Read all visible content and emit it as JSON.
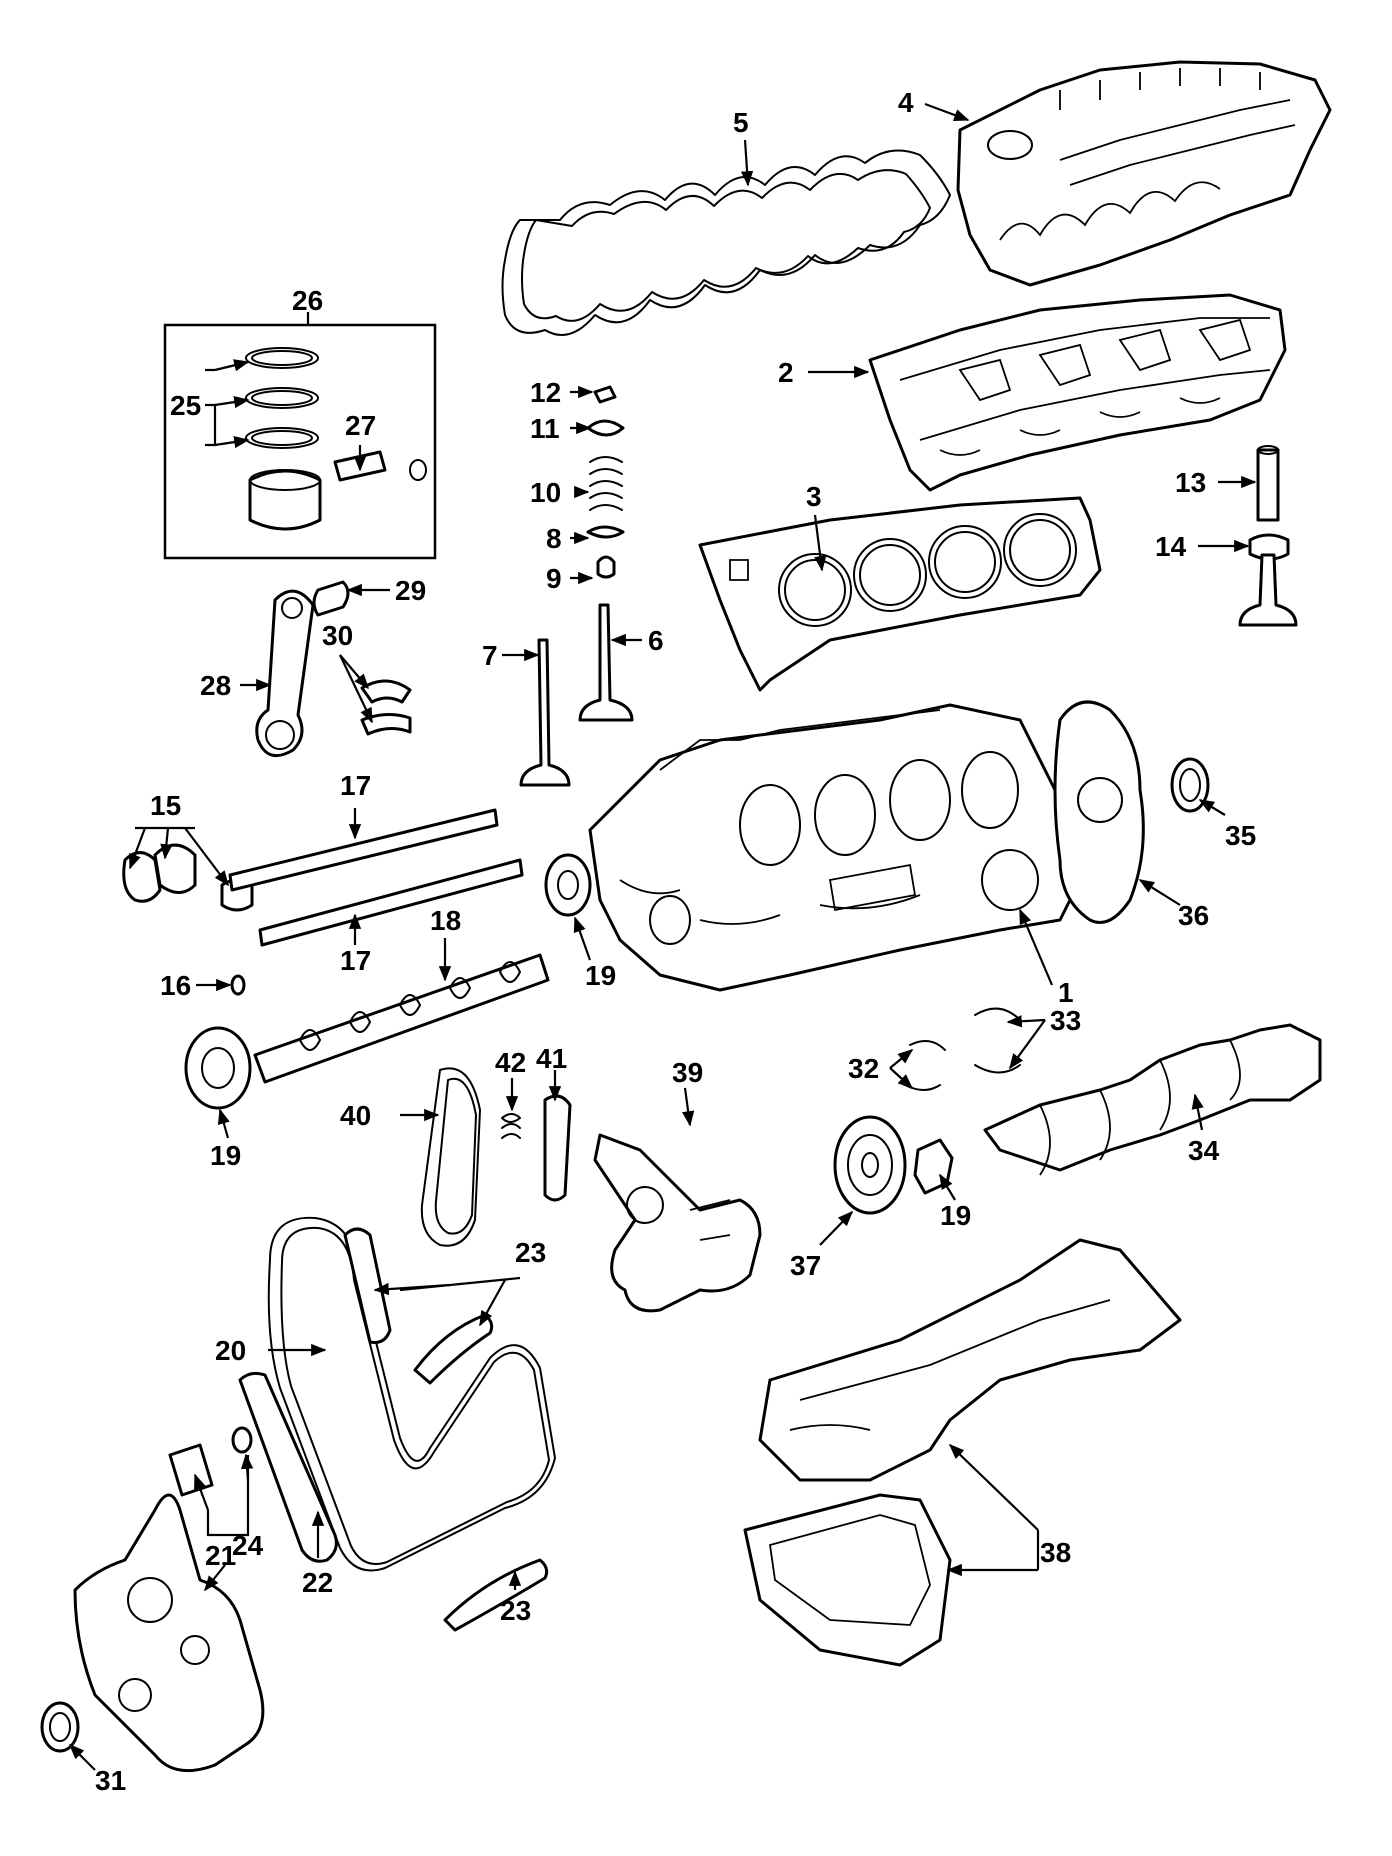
{
  "callouts": {
    "c1": "1",
    "c2": "2",
    "c3": "3",
    "c4": "4",
    "c5": "5",
    "c6": "6",
    "c7": "7",
    "c8": "8",
    "c9": "9",
    "c10": "10",
    "c11": "11",
    "c12": "12",
    "c13": "13",
    "c14": "14",
    "c15": "15",
    "c16": "16",
    "c17a": "17",
    "c17b": "17",
    "c18": "18",
    "c19a": "19",
    "c19b": "19",
    "c19c": "19",
    "c20": "20",
    "c21": "21",
    "c22": "22",
    "c23a": "23",
    "c23b": "23",
    "c24": "24",
    "c25": "25",
    "c26": "26",
    "c27": "27",
    "c28": "28",
    "c29": "29",
    "c30": "30",
    "c31": "31",
    "c32": "32",
    "c33": "33",
    "c34": "34",
    "c35": "35",
    "c36": "36",
    "c37": "37",
    "c38": "38",
    "c39": "39",
    "c40": "40",
    "c41": "41",
    "c42": "42"
  }
}
